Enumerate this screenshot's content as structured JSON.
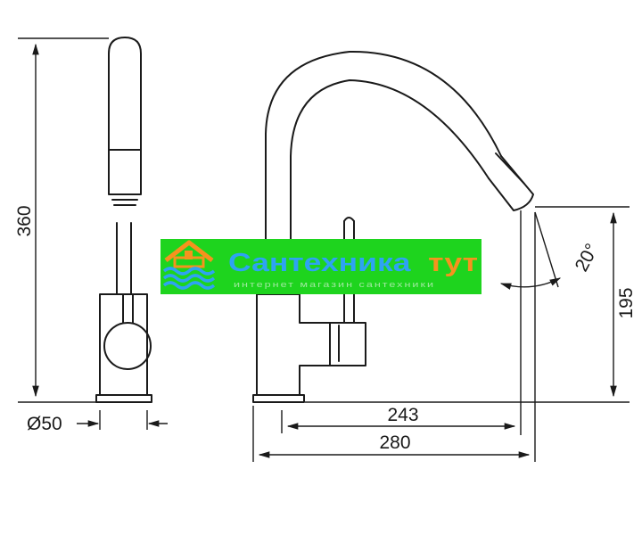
{
  "dimensions": {
    "height_total": "360",
    "diameter": "Ø50",
    "spout_height": "195",
    "spout_reach": "243",
    "overall_length": "280",
    "swivel_angle": "20°"
  },
  "watermark": {
    "brand_main": "Сантехника",
    "brand_accent": "тут",
    "tagline": "интернет магазин сантехники"
  },
  "colors": {
    "watermark_bg": "#1ed41e",
    "brand_main": "#2ea3f2",
    "brand_accent": "#f6921e",
    "tagline": "#9fe89f",
    "lines": "#1a1a1a"
  }
}
